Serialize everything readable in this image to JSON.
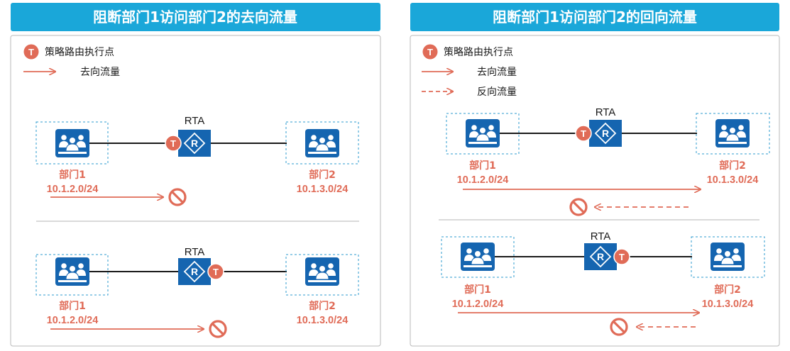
{
  "left_panel": {
    "title": "阻断部门1访问部门2的去向流量",
    "legend": {
      "policy_point": "策略路由执行点",
      "forward": "去向流量"
    },
    "scenarios": [
      {
        "router_label": "RTA",
        "dept1": "部门1",
        "dept1_ip": "10.1.2.0/24",
        "dept2": "部门2",
        "dept2_ip": "10.1.3.0/24",
        "pbr_badge": "T"
      },
      {
        "router_label": "RTA",
        "dept1": "部门1",
        "dept1_ip": "10.1.2.0/24",
        "dept2": "部门2",
        "dept2_ip": "10.1.3.0/24",
        "pbr_badge": "T"
      }
    ]
  },
  "right_panel": {
    "title": "阻断部门1访问部门2的回向流量",
    "legend": {
      "policy_point": "策略路由执行点",
      "forward": "去向流量",
      "reverse": "反向流量"
    },
    "scenarios": [
      {
        "router_label": "RTA",
        "dept1": "部门1",
        "dept1_ip": "10.1.2.0/24",
        "dept2": "部门2",
        "dept2_ip": "10.1.3.0/24",
        "pbr_badge": "T"
      },
      {
        "router_label": "RTA",
        "dept1": "部门1",
        "dept1_ip": "10.1.2.0/24",
        "dept2": "部门2",
        "dept2_ip": "10.1.3.0/24",
        "pbr_badge": "T"
      }
    ]
  },
  "legend_badge": "T",
  "router_glyph": "R",
  "icons": {
    "department": "users-group-icon",
    "router": "router-icon",
    "policy_point": "policy-point-badge-icon",
    "blocked": "prohibited-icon"
  },
  "colors": {
    "title_bar": "#1aa7d9",
    "accent": "#e06b57",
    "router": "#1565b0",
    "panel_border": "#b9b9b9",
    "dashed_box": "#2c9bcf"
  }
}
